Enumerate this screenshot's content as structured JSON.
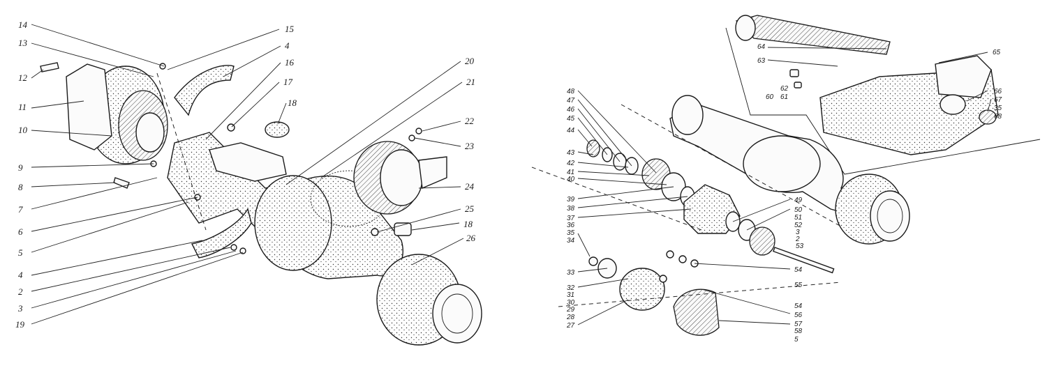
{
  "left_callouts": [
    {
      "text": "14"
    },
    {
      "text": "13"
    },
    {
      "text": "12"
    },
    {
      "text": "11"
    },
    {
      "text": "10"
    },
    {
      "text": "9"
    },
    {
      "text": "8"
    },
    {
      "text": "7"
    },
    {
      "text": "6"
    },
    {
      "text": "5"
    },
    {
      "text": "4"
    },
    {
      "text": "2"
    },
    {
      "text": "3"
    },
    {
      "text": "19"
    },
    {
      "text": "15"
    },
    {
      "text": "4"
    },
    {
      "text": "16"
    },
    {
      "text": "17"
    },
    {
      "text": "18"
    },
    {
      "text": "20"
    },
    {
      "text": "21"
    },
    {
      "text": "22"
    },
    {
      "text": "23"
    },
    {
      "text": "24"
    },
    {
      "text": "25"
    },
    {
      "text": "18"
    },
    {
      "text": "26"
    }
  ],
  "right_callouts": [
    {
      "text": "48"
    },
    {
      "text": "47"
    },
    {
      "text": "46"
    },
    {
      "text": "45"
    },
    {
      "text": "44"
    },
    {
      "text": "43"
    },
    {
      "text": "42"
    },
    {
      "text": "41"
    },
    {
      "text": "40"
    },
    {
      "text": "39"
    },
    {
      "text": "38"
    },
    {
      "text": "37"
    },
    {
      "text": "36"
    },
    {
      "text": "35"
    },
    {
      "text": "34"
    },
    {
      "text": "33"
    },
    {
      "text": "32"
    },
    {
      "text": "31"
    },
    {
      "text": "30"
    },
    {
      "text": "29"
    },
    {
      "text": "28"
    },
    {
      "text": "27"
    },
    {
      "text": "49"
    },
    {
      "text": "50"
    },
    {
      "text": "51"
    },
    {
      "text": "52"
    },
    {
      "text": "3"
    },
    {
      "text": "2"
    },
    {
      "text": "53"
    },
    {
      "text": "54"
    },
    {
      "text": "55"
    },
    {
      "text": "54"
    },
    {
      "text": "56"
    },
    {
      "text": "57"
    },
    {
      "text": "58"
    },
    {
      "text": "5"
    },
    {
      "text": "64"
    },
    {
      "text": "63"
    },
    {
      "text": "62"
    },
    {
      "text": "61"
    },
    {
      "text": "60"
    },
    {
      "text": "65"
    },
    {
      "text": "66"
    },
    {
      "text": "67"
    },
    {
      "text": "35"
    },
    {
      "text": "68"
    }
  ]
}
